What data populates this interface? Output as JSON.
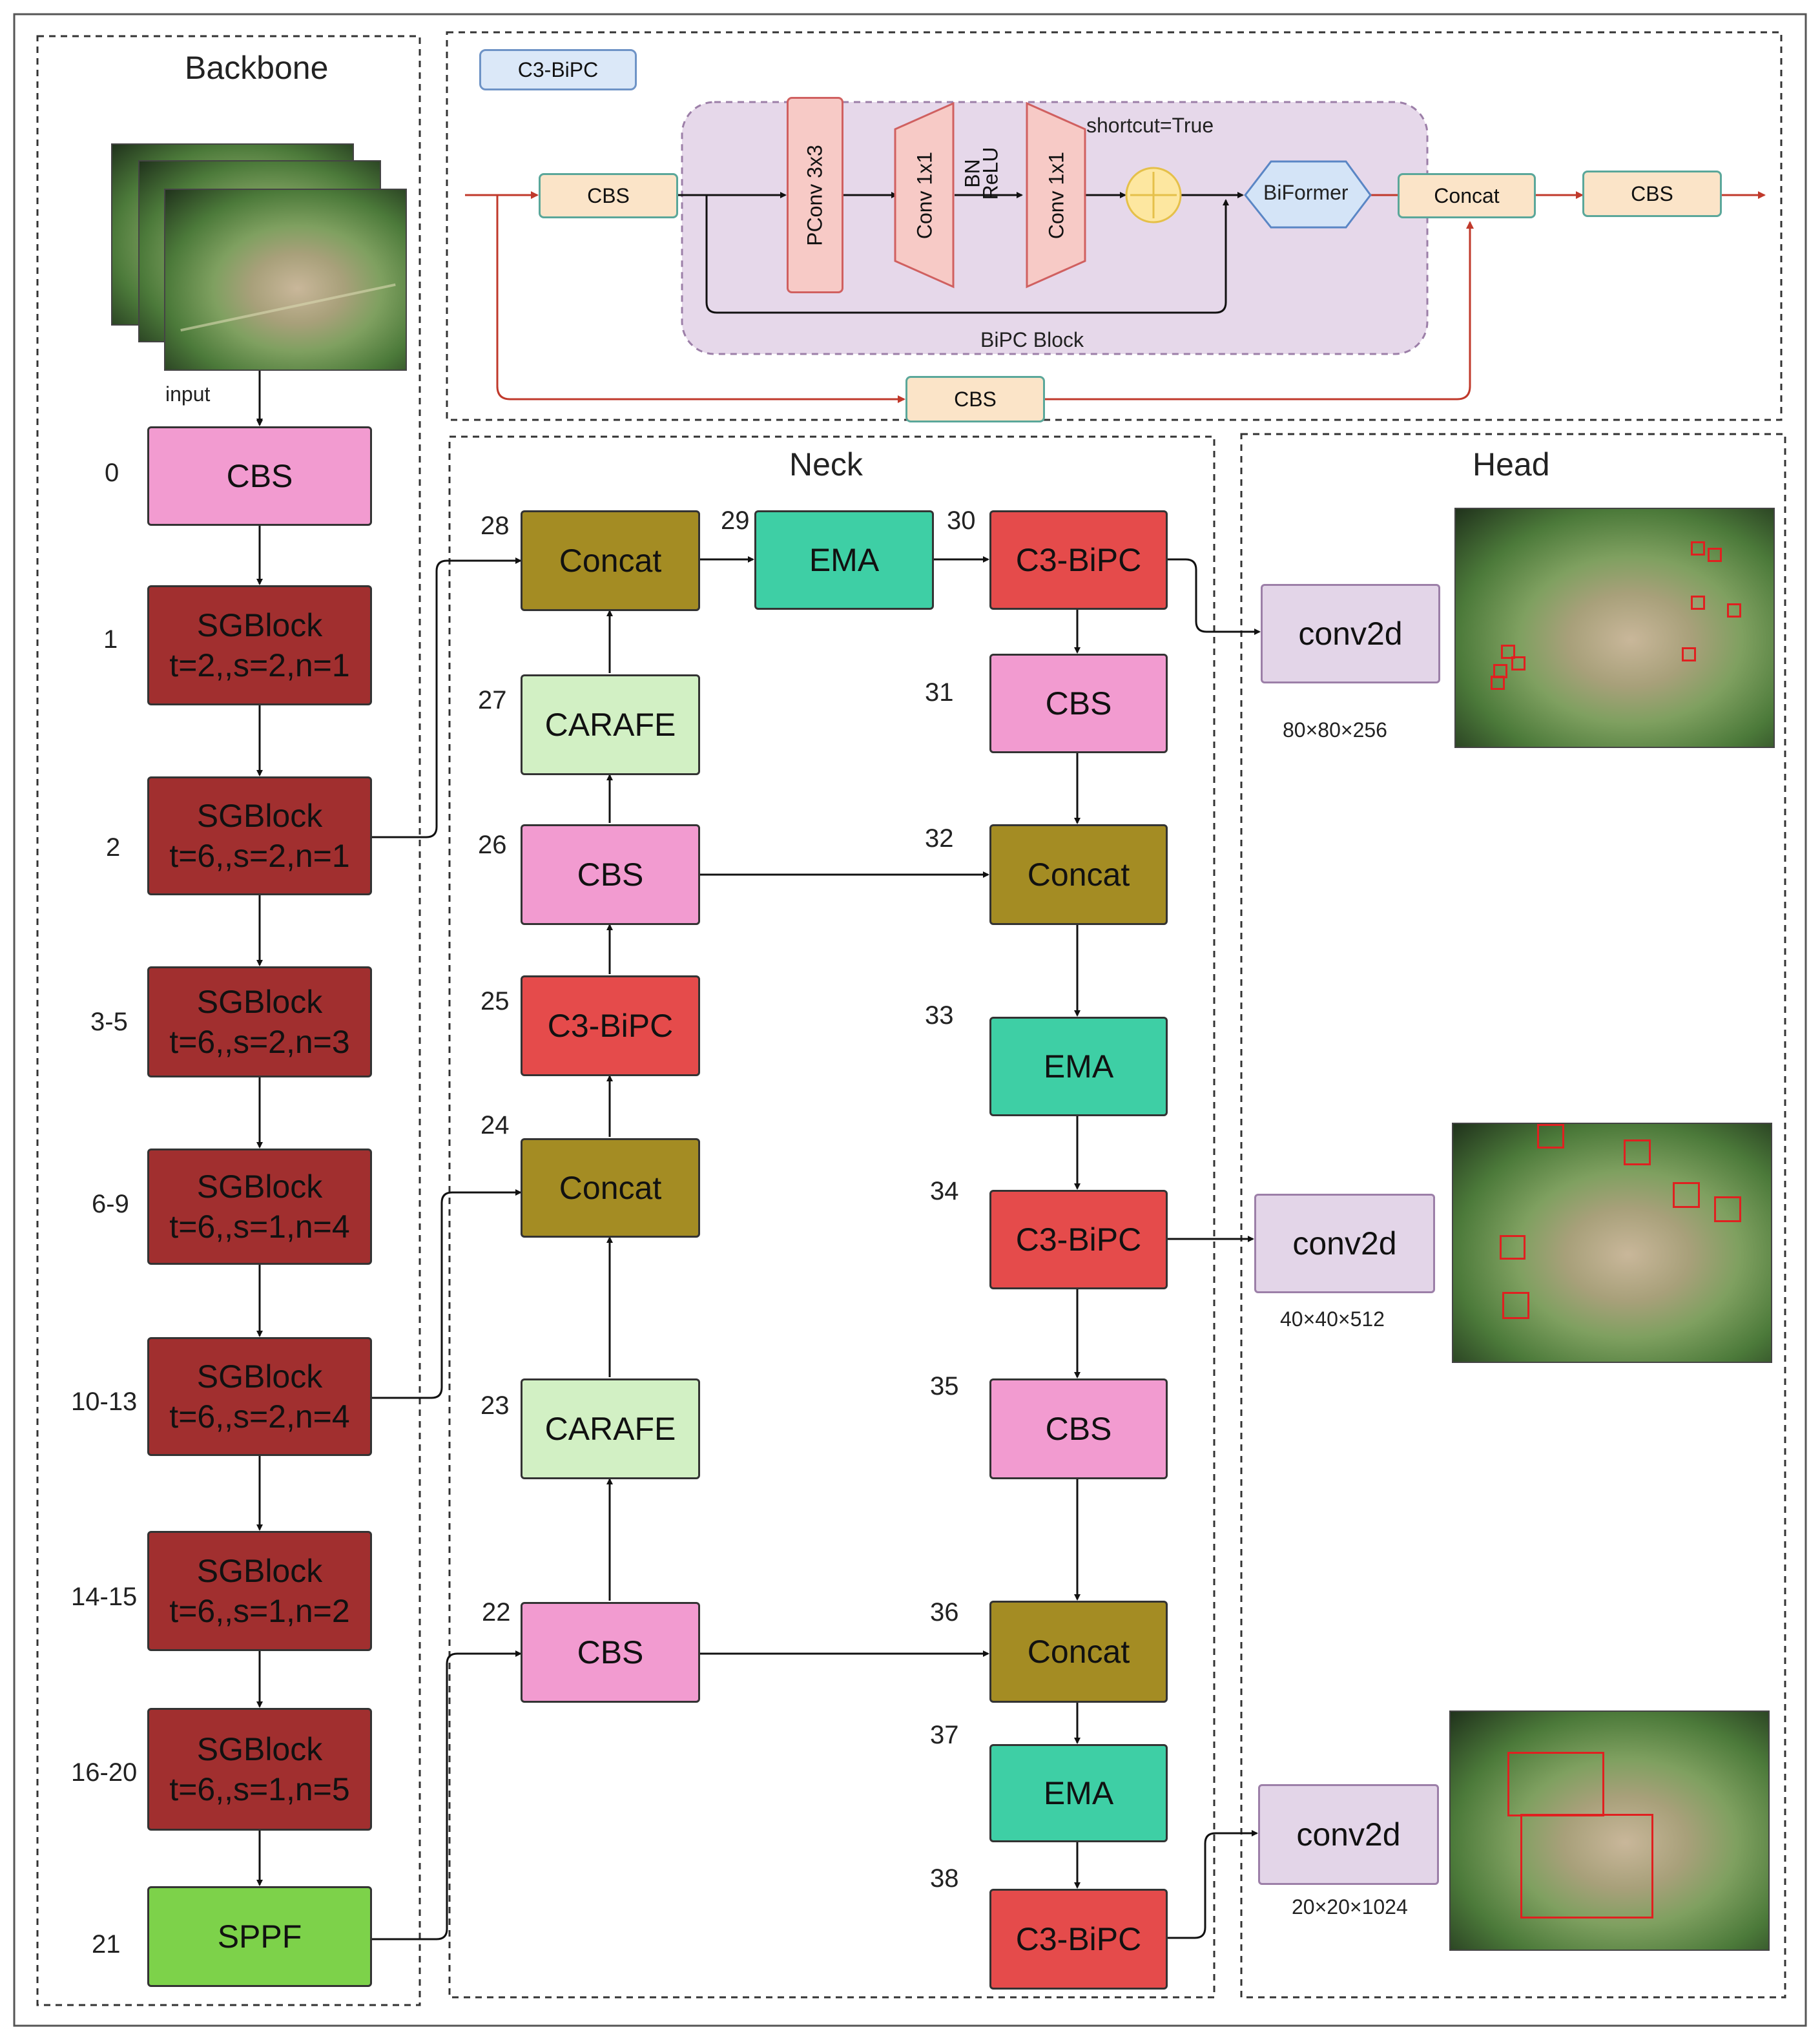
{
  "backbone": {
    "title": "Backbone",
    "input_label": "input",
    "layers": [
      {
        "num": "0",
        "name": "CBS",
        "params": ""
      },
      {
        "num": "1",
        "name": "SGBlock",
        "params": "t=2,,s=2,n=1"
      },
      {
        "num": "2",
        "name": "SGBlock",
        "params": "t=6,,s=2,n=1"
      },
      {
        "num": "3-5",
        "name": "SGBlock",
        "params": "t=6,,s=2,n=3"
      },
      {
        "num": "6-9",
        "name": "SGBlock",
        "params": "t=6,,s=1,n=4"
      },
      {
        "num": "10-13",
        "name": "SGBlock",
        "params": "t=6,,s=2,n=4"
      },
      {
        "num": "14-15",
        "name": "SGBlock",
        "params": "t=6,,s=1,n=2"
      },
      {
        "num": "16-20",
        "name": "SGBlock",
        "params": "t=6,,s=1,n=5"
      },
      {
        "num": "21",
        "name": "SPPF",
        "params": ""
      }
    ]
  },
  "c3bipc": {
    "tag": "C3-BiPC",
    "cbs_in": "CBS",
    "pconv": "PConv 3x3",
    "conv1": "Conv 1x1",
    "bn_relu_1": "BN",
    "bn_relu_2": "ReLU",
    "conv2": "Conv 1x1",
    "shortcut": "shortcut=True",
    "biformer": "BiFormer",
    "concat": "Concat",
    "cbs_out": "CBS",
    "cbs_bottom": "CBS",
    "block_label": "BiPC Block"
  },
  "neck": {
    "title": "Neck",
    "nodes": [
      {
        "num": "28",
        "name": "Concat"
      },
      {
        "num": "29",
        "name": "EMA"
      },
      {
        "num": "30",
        "name": "C3-BiPC"
      },
      {
        "num": "27",
        "name": "CARAFE"
      },
      {
        "num": "31",
        "name": "CBS"
      },
      {
        "num": "26",
        "name": "CBS"
      },
      {
        "num": "32",
        "name": "Concat"
      },
      {
        "num": "25",
        "name": "C3-BiPC"
      },
      {
        "num": "33",
        "name": "EMA"
      },
      {
        "num": "24",
        "name": "Concat"
      },
      {
        "num": "34",
        "name": "C3-BiPC"
      },
      {
        "num": "23",
        "name": "CARAFE"
      },
      {
        "num": "35",
        "name": "CBS"
      },
      {
        "num": "22",
        "name": "CBS"
      },
      {
        "num": "36",
        "name": "Concat"
      },
      {
        "num": "37",
        "name": "EMA"
      },
      {
        "num": "38",
        "name": "C3-BiPC"
      }
    ]
  },
  "head": {
    "title": "Head",
    "outputs": [
      {
        "name": "conv2d",
        "shape": "80×80×256"
      },
      {
        "name": "conv2d",
        "shape": "40×40×512"
      },
      {
        "name": "conv2d",
        "shape": "20×20×1024"
      }
    ]
  },
  "colors": {
    "cbs": "#f29bd0",
    "sgblock": "#a12f2f",
    "sppf": "#7dd24a",
    "concat": "#a48c23",
    "ema": "#3ecfa5",
    "c3bipc": "#e54b4b",
    "carafe": "#d2f0c4",
    "conv2d": "#e3d5e8",
    "red_arrow": "#c0392b",
    "bipc_block": "#e6d8ea"
  }
}
